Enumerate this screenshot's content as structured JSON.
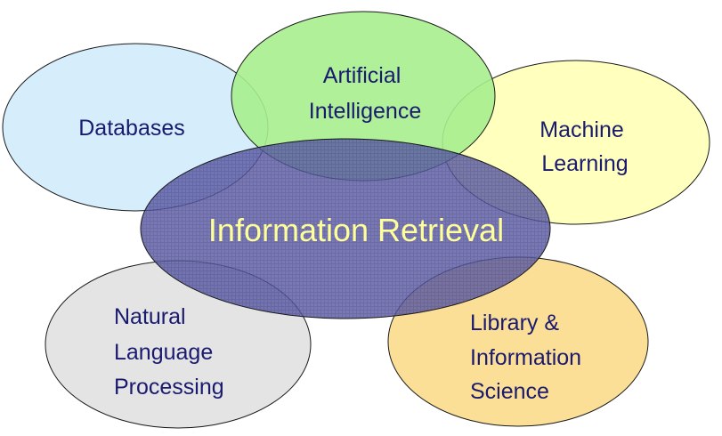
{
  "diagram": {
    "center": {
      "label": "Information Retrieval",
      "fill": "#5a5aa6"
    },
    "fields": [
      {
        "id": "databases",
        "lines": [
          "Databases"
        ],
        "fill": "#d6eefc"
      },
      {
        "id": "artificial-intelligence",
        "lines": [
          "Artificial",
          "Intelligence"
        ],
        "fill": "#a6ee8e"
      },
      {
        "id": "machine-learning",
        "lines": [
          "Machine",
          "Learning"
        ],
        "fill": "#ffffbe"
      },
      {
        "id": "natural-language-processing",
        "lines": [
          "Natural",
          "Language",
          "Processing"
        ],
        "fill": "#e4e4e4"
      },
      {
        "id": "library-information-science",
        "lines": [
          "Library &",
          "Information",
          "Science"
        ],
        "fill": "#fbdf96"
      }
    ]
  }
}
